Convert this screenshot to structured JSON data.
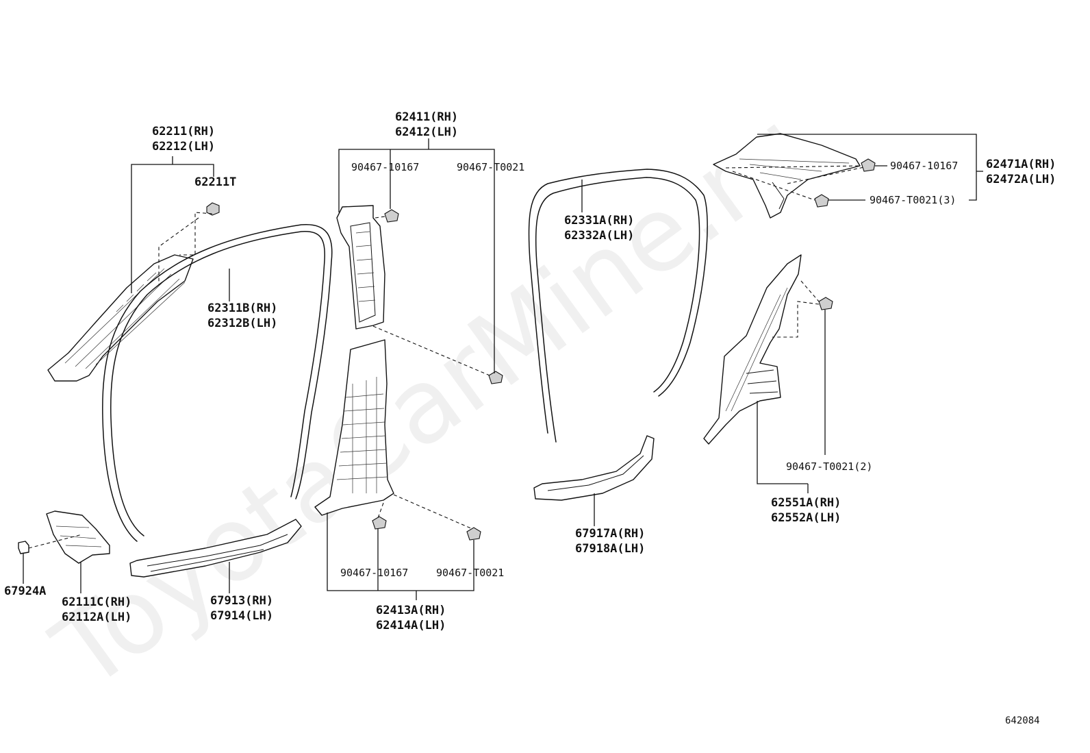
{
  "watermark": "ToyotaCarMine.ru",
  "diagram_code": "642084",
  "labels": {
    "p62211_rh": "62211(RH)",
    "p62212_lh": "62212(LH)",
    "p62211t": "62211T",
    "p62311b_rh": "62311B(RH)",
    "p62312b_lh": "62312B(LH)",
    "p62411_rh": "62411(RH)",
    "p62412_lh": "62412(LH)",
    "c_10167_top": "90467-10167",
    "c_t0021_top": "90467-T0021",
    "p62331a_rh": "62331A(RH)",
    "p62332a_lh": "62332A(LH)",
    "c_10167_right": "90467-10167",
    "c_t0021_3": "90467-T0021(3)",
    "p62471a_rh": "62471A(RH)",
    "p62472a_lh": "62472A(LH)",
    "c_t0021_2": "90467-T0021(2)",
    "p62551a_rh": "62551A(RH)",
    "p62552a_lh": "62552A(LH)",
    "p67917a_rh": "67917A(RH)",
    "p67918a_lh": "67918A(LH)",
    "c_10167_bottom": "90467-10167",
    "c_t0021_bottom": "90467-T0021",
    "p62413a_rh": "62413A(RH)",
    "p62414a_lh": "62414A(LH)",
    "p67913_rh": "67913(RH)",
    "p67914_lh": "67914(LH)",
    "p62111c_rh": "62111C(RH)",
    "p62112a_lh": "62112A(LH)",
    "p67924a": "67924A"
  }
}
